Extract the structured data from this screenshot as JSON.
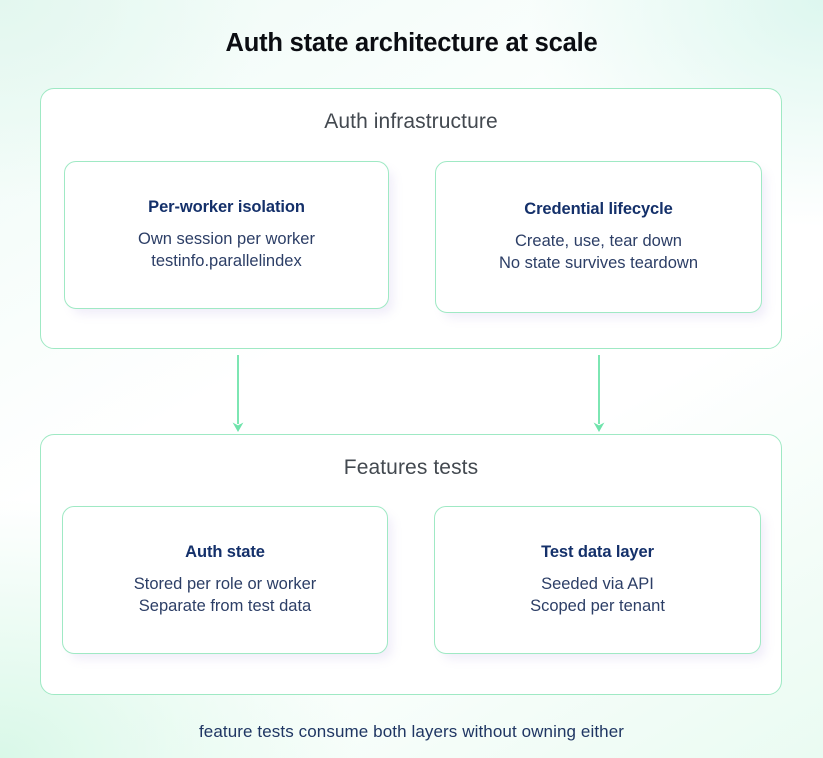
{
  "title": "Auth state architecture at scale",
  "colors": {
    "accent_green": "#9fe9c4",
    "arrow_green": "#6fe3ab",
    "title_dark": "#0b0d12",
    "heading_gray": "#434950",
    "card_title_navy": "#14306a",
    "card_body_navy": "#2c3e66",
    "footer_navy": "#1f3663",
    "panel_bg": "#ffffff"
  },
  "sections": [
    {
      "heading": "Auth infrastructure",
      "cards": [
        {
          "title": "Per-worker isolation",
          "body": "Own session per worker\ntestinfo.parallelindex"
        },
        {
          "title": "Credential lifecycle",
          "body": "Create, use, tear down\nNo state survives teardown"
        }
      ]
    },
    {
      "heading": "Features tests",
      "cards": [
        {
          "title": "Auth state",
          "body": "Stored per role or worker\nSeparate from test data"
        },
        {
          "title": "Test data layer",
          "body": "Seeded via API\nScoped per tenant"
        }
      ]
    }
  ],
  "connectors": [
    {
      "name": "arrow-left",
      "direction": "down"
    },
    {
      "name": "arrow-right",
      "direction": "down"
    }
  ],
  "footer_note": "feature tests consume both layers without owning either"
}
